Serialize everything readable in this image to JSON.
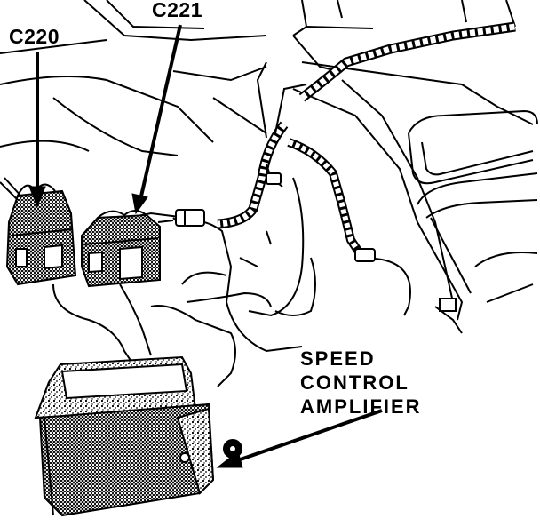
{
  "connectors": {
    "c220_label": "C220",
    "c221_label": "C221"
  },
  "amplifier": {
    "line1": "SPEED",
    "line2": "CONTROL",
    "line3": "AMPLIFIER"
  },
  "style": {
    "ink": "#000000",
    "paper": "#ffffff"
  }
}
